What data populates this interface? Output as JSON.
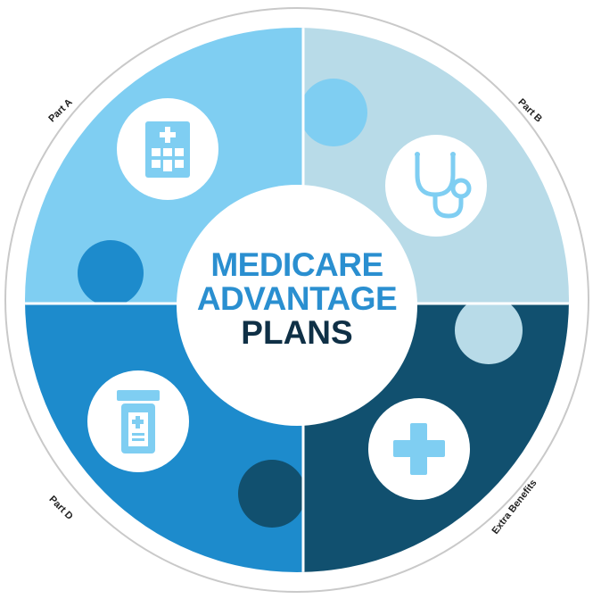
{
  "title": {
    "line1": "MEDICARE",
    "line2": "ADVANTAGE",
    "line3": "PLANS"
  },
  "segments": [
    {
      "label": "Part A",
      "icon": "hospital-building-icon",
      "color": "#7fcef2"
    },
    {
      "label": "Part B",
      "icon": "stethoscope-icon",
      "color": "#b8dbe8"
    },
    {
      "label": "Part D",
      "icon": "prescription-bottle-icon",
      "color": "#1d8bcc"
    },
    {
      "label": "Extra Benefits",
      "icon": "medical-cross-icon",
      "color": "#11506f"
    }
  ],
  "colors": {
    "accent": "#2a8fd0",
    "dark_text": "#0f3046",
    "ring": "#c9c9c9"
  }
}
